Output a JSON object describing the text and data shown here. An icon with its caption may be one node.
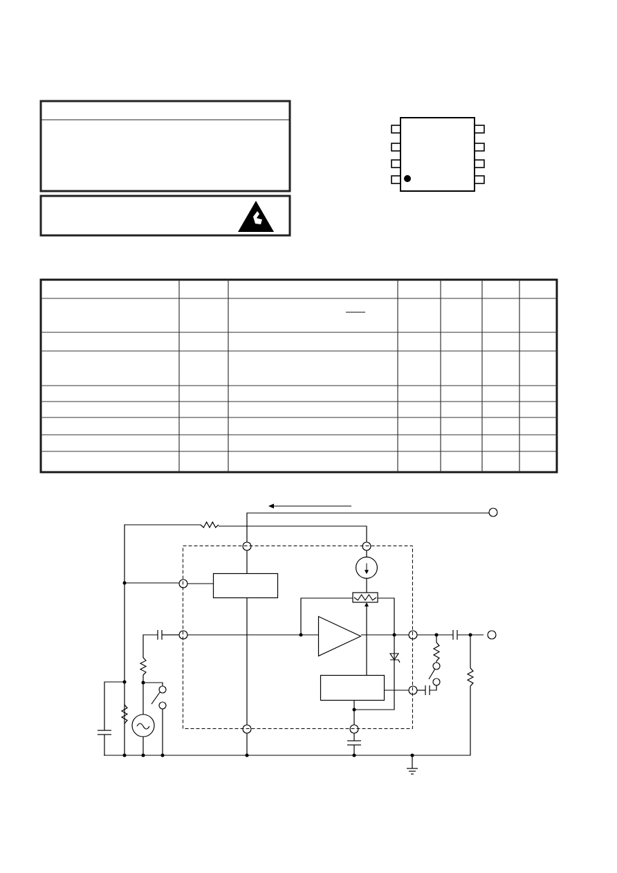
{
  "diagram": {
    "nodes": [
      {
        "text": [],
        "shape": "box"
      },
      {
        "text": [],
        "shape": "box",
        "in": 0
      },
      {
        "text": [],
        "shape": "box",
        "in": 0
      },
      {
        "text": [],
        "shape": "triangle",
        "in": 0
      },
      {
        "text": [],
        "shape": "circle",
        "in": 0
      }
    ]
  }
}
